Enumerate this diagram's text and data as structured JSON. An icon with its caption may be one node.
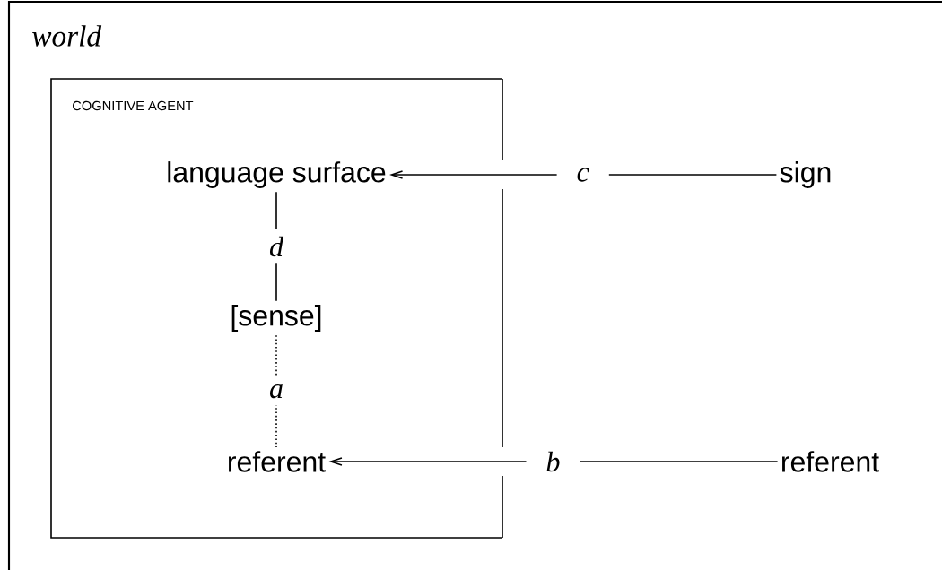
{
  "diagram": {
    "nodes": [
      {
        "text": [
          "world"
        ]
      },
      {
        "text": [
          "COGNITIVE AGENT"
        ],
        "in": 0
      },
      {
        "text": [
          "language surface"
        ],
        "in": 1
      },
      {
        "text": [
          "[sense]"
        ],
        "in": 1
      },
      {
        "text": [
          "referent"
        ],
        "in": 1
      },
      {
        "text": [
          "sign"
        ],
        "in": 0
      },
      {
        "text": [
          "referent"
        ],
        "in": 0
      }
    ],
    "edges": [
      {
        "from": 5,
        "to": 2,
        "arrow": "to",
        "label": "c"
      },
      {
        "from": 2,
        "to": 3,
        "arrow": "none",
        "label": "d"
      },
      {
        "from": 3,
        "to": 4,
        "arrow": "none",
        "label": "a",
        "style": "dashed"
      },
      {
        "from": 6,
        "to": 4,
        "arrow": "to",
        "label": "b"
      }
    ]
  }
}
